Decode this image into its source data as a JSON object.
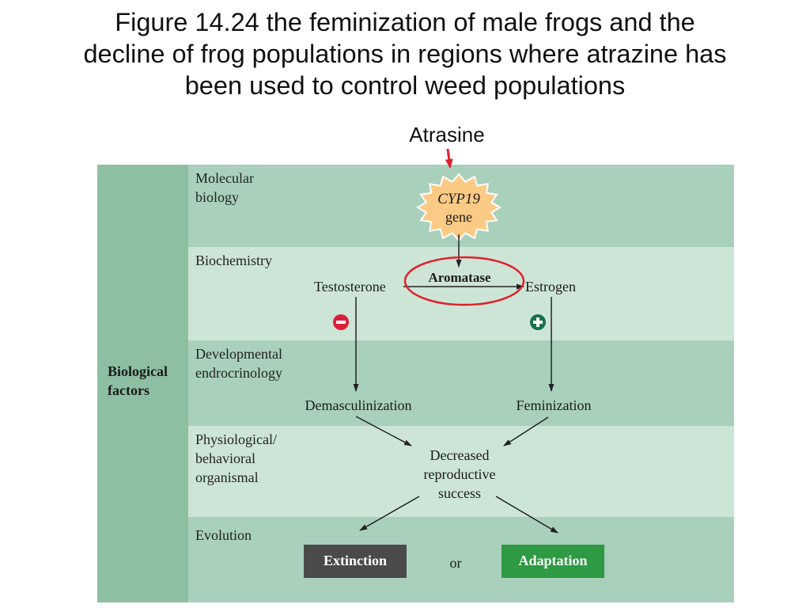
{
  "slide": {
    "title_lines": [
      "Figure 14.24  the feminization of male frogs and the",
      "decline of frog populations in regions where atrazine has",
      "been used to control weed populations"
    ],
    "annotation": "Atrasine"
  },
  "diagram": {
    "side_label_lines": [
      "Biological",
      "factors"
    ],
    "rows": [
      {
        "label_lines": [
          "Molecular",
          "biology"
        ]
      },
      {
        "label_lines": [
          "Biochemistry"
        ]
      },
      {
        "label_lines": [
          "Developmental",
          "endrocrinology"
        ]
      },
      {
        "label_lines": [
          "Physiological/",
          "behavioral",
          "organismal"
        ]
      },
      {
        "label_lines": [
          "Evolution"
        ]
      }
    ],
    "gene": {
      "line1": "CYP19",
      "line2": "gene"
    },
    "nodes": {
      "testosterone": "Testosterone",
      "aromatase": "Aromatase",
      "estrogen": "Estrogen",
      "demasculinization": "Demasculinization",
      "feminization": "Feminization",
      "decreased_lines": [
        "Decreased",
        "reproductive",
        "success"
      ],
      "extinction": "Extinction",
      "or": "or",
      "adaptation": "Adaptation"
    },
    "colors": {
      "row_dark": "#a9d0bb",
      "row_light": "#cde5d7",
      "side_panel": "#8dc0a3",
      "minus_badge": "#d92038",
      "plus_badge": "#17734a",
      "extinction_box": "#4a4a4a",
      "adaptation_box": "#2e9a43",
      "highlight_red": "#e0202c",
      "gene_star": "#fbca84"
    }
  }
}
